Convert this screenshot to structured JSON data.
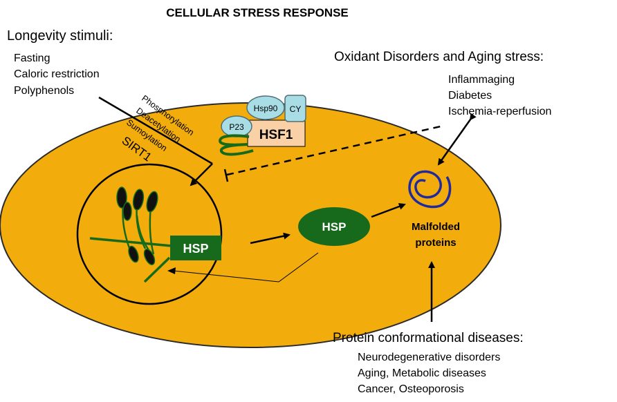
{
  "title": "CELLULAR STRESS RESPONSE",
  "longevity": {
    "heading": "Longevity stimuli:",
    "items": [
      "Fasting",
      "Caloric restriction",
      "Polyphenols"
    ]
  },
  "modifications": {
    "phosphorylation": "Phosphorylation",
    "deacetylation": "Deacetylation",
    "sumoylation": "Sumoylation",
    "sirt1": "SIRT1"
  },
  "oxidant": {
    "heading": "Oxidant Disorders and Aging stress:",
    "items": [
      "Inflammaging",
      "Diabetes",
      "Ischemia-reperfusion"
    ]
  },
  "complex": {
    "p23": "P23",
    "hsp90": "Hsp90",
    "cy": "CY",
    "hsf1": "HSF1"
  },
  "nucleus": {
    "hsp_gene": "HSP"
  },
  "cytoplasm": {
    "hsp_protein": "HSP"
  },
  "malfolded": {
    "line1": "Malfolded",
    "line2": "proteins"
  },
  "diseases": {
    "heading": "Protein conformational diseases:",
    "items": [
      "Neurodegenerative disorders",
      "Aging, Metabolic diseases",
      "Cancer, Osteoporosis"
    ]
  },
  "colors": {
    "cell_fill": "#F2AC0C",
    "dark_green": "#176A1C",
    "complex_blue": "#A9DDE5",
    "hsf1_fill": "#FAD1A6",
    "malfolded_blue": "#202A9E",
    "chromosome": "#111111"
  }
}
